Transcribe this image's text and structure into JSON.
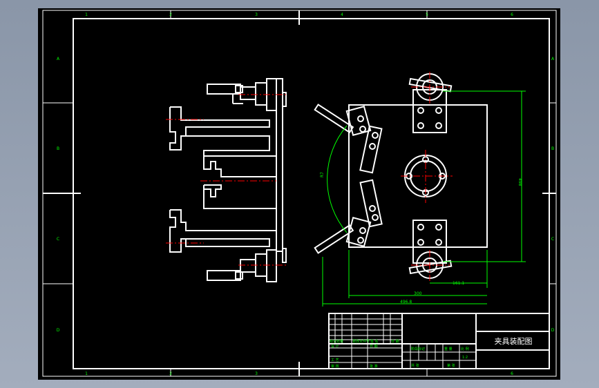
{
  "frame_zones": {
    "columns": [
      "1",
      "2",
      "3",
      "4",
      "5",
      "6"
    ],
    "rows": [
      "A",
      "B",
      "C",
      "D"
    ]
  },
  "dimensions": {
    "radius": "R7",
    "height": "498",
    "offset": "161.1",
    "width_inner": "300",
    "width_outer": "496.8"
  },
  "title_block": {
    "drawing_title": "夹具装配图",
    "row_labels_left": [
      "标记",
      "处数",
      "更改文件号",
      "签 名",
      "日 期"
    ],
    "row_labels_bottom": [
      "设 计",
      "审 核",
      "工 艺",
      "批 准"
    ],
    "approve": "日 期",
    "stage_mark": "阶段标记",
    "weight": "重 量",
    "scale_label": "比 例",
    "scale_value": "1:2",
    "sheet_total": "共 张",
    "sheet_num": "第 张"
  },
  "colors": {
    "lines": "#ffffff",
    "dimension": "#00ff00",
    "centerline": "#ff0000",
    "background": "#000000"
  }
}
